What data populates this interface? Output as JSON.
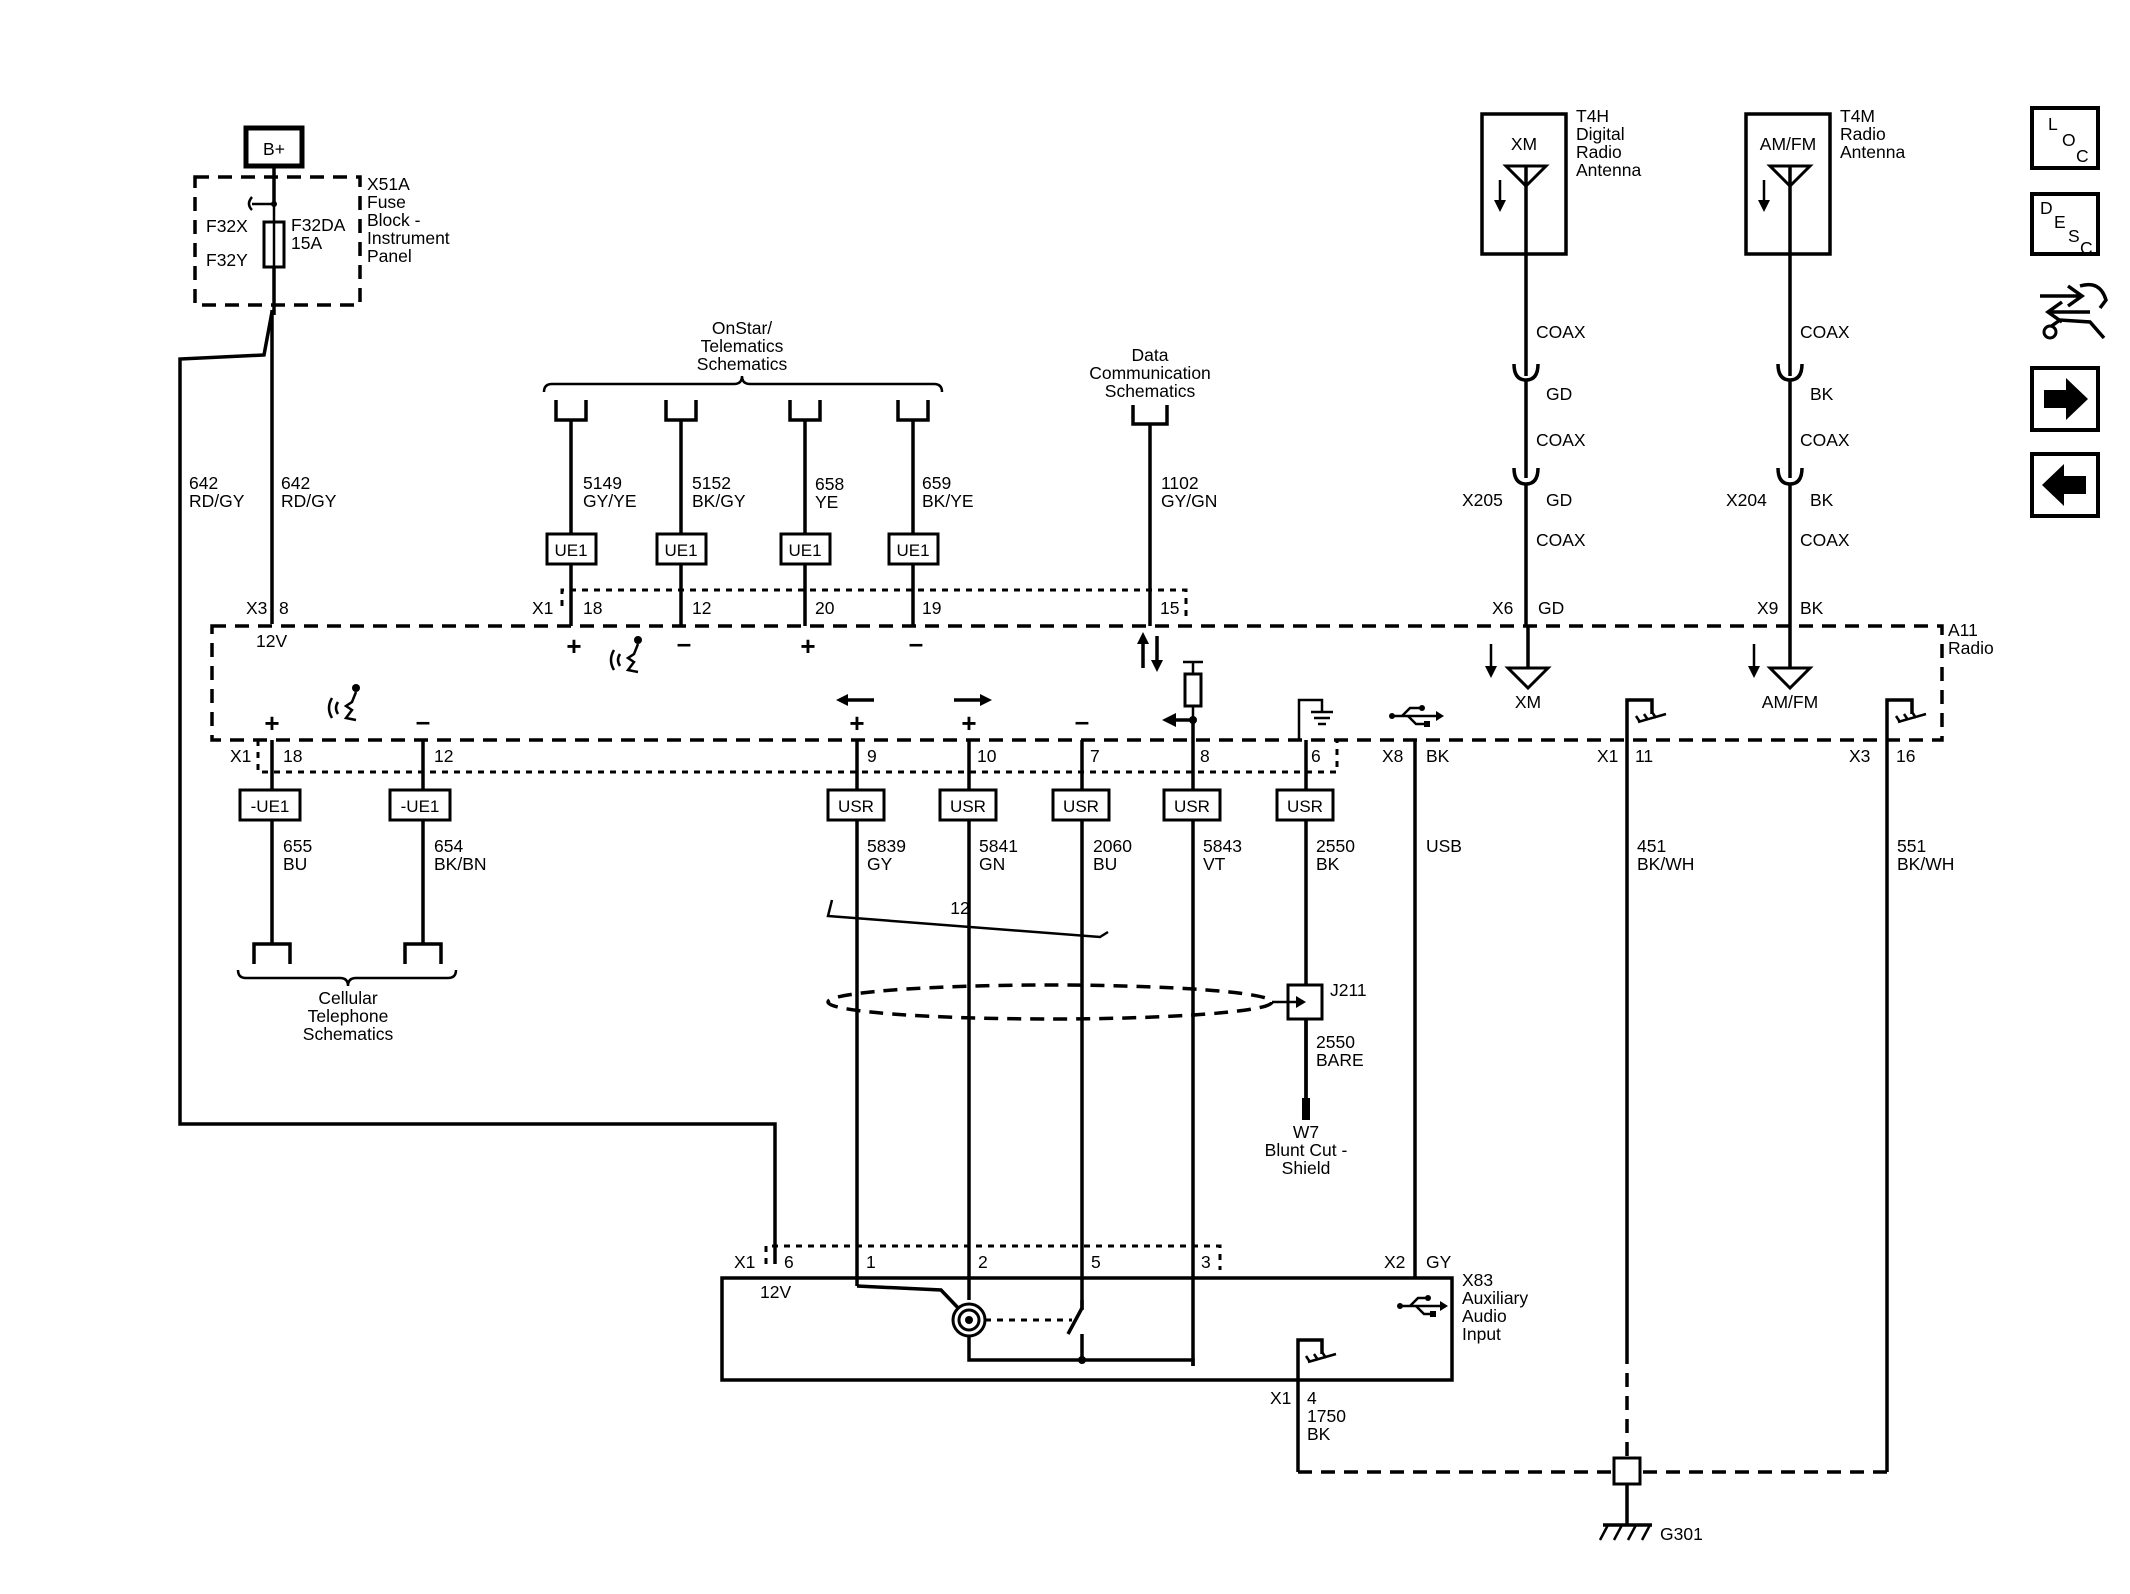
{
  "power": {
    "bplus": "B+"
  },
  "fuse_block": {
    "ref": "X51A",
    "name_lines": [
      "Fuse",
      "Block -",
      "Instrument",
      "Panel"
    ],
    "in_pin": "F32X",
    "out_pin": "F32Y",
    "fuse_ref": "F32DA",
    "fuse_rating": "15A"
  },
  "wires": {
    "w642_left": {
      "circuit": "642",
      "color": "RD/GY"
    },
    "w642_right": {
      "circuit": "642",
      "color": "RD/GY"
    },
    "w5149": {
      "circuit": "5149",
      "color": "GY/YE"
    },
    "w5152": {
      "circuit": "5152",
      "color": "BK/GY"
    },
    "w658": {
      "circuit": "658",
      "color": "YE"
    },
    "w659": {
      "circuit": "659",
      "color": "BK/YE"
    },
    "w1102": {
      "circuit": "1102",
      "color": "GY/GN"
    },
    "w655": {
      "circuit": "655",
      "color": "BU"
    },
    "w654": {
      "circuit": "654",
      "color": "BK/BN"
    },
    "w5839": {
      "circuit": "5839",
      "color": "GY"
    },
    "w5841": {
      "circuit": "5841",
      "color": "GN"
    },
    "w2060": {
      "circuit": "2060",
      "color": "BU"
    },
    "w5843": {
      "circuit": "5843",
      "color": "VT"
    },
    "w2550": {
      "circuit": "2550",
      "color": "BK"
    },
    "w2550bare": {
      "circuit": "2550",
      "color": "BARE"
    },
    "usb": "USB",
    "w451": {
      "circuit": "451",
      "color": "BK/WH"
    },
    "w551": {
      "circuit": "551",
      "color": "BK/WH"
    },
    "w1750": {
      "circuit": "1750",
      "color": "BK"
    }
  },
  "references": {
    "onstar": [
      "OnStar/",
      "Telematics",
      "Schematics"
    ],
    "data_comm": [
      "Data",
      "Communication",
      "Schematics"
    ],
    "cellular": [
      "Cellular",
      "Telephone",
      "Schematics"
    ]
  },
  "options": {
    "ue1": "UE1",
    "not_ue1": "-UE1",
    "usr": "USR"
  },
  "connectors": {
    "x3": "X3",
    "x3_pin": "8",
    "x1_top": "X1",
    "x1_top_pins": [
      "18",
      "12",
      "20",
      "19",
      "15"
    ],
    "x6": "X6",
    "x6_term": "GD",
    "x9": "X9",
    "x9_term": "BK",
    "x1_bottom": "X1",
    "x1_bottom_pins": [
      "18",
      "12",
      "9",
      "10",
      "7",
      "8",
      "6"
    ],
    "x8": "X8",
    "x8_term": "BK",
    "x1_ground": "X1",
    "x1_ground_pin": "11",
    "x3_ground": "X3",
    "x3_ground_pin": "16",
    "aux_x1": "X1",
    "aux_x1_pins": [
      "6",
      "1",
      "2",
      "5",
      "3"
    ],
    "aux_x2": "X2",
    "aux_x2_term": "GY",
    "aux_gnd_x1": "X1",
    "aux_gnd_pin": "4",
    "x205": "X205",
    "x204": "X204"
  },
  "radio": {
    "ref": "A11",
    "name": "Radio",
    "supply_label": "12V",
    "xm_label": "XM",
    "amfm_label": "AM/FM"
  },
  "aux": {
    "ref": "X83",
    "name_lines": [
      "Auxiliary",
      "Audio",
      "Input"
    ],
    "supply_label": "12V"
  },
  "xm_antenna": {
    "ref": "T4H",
    "box_label": "XM",
    "name_lines": [
      "Digital",
      "Radio",
      "Antenna"
    ],
    "coax": "COAX",
    "term1": "GD",
    "term2": "GD"
  },
  "amfm_antenna": {
    "ref": "T4M",
    "box_label": "AM/FM",
    "name_lines": [
      "Radio",
      "Antenna"
    ],
    "coax": "COAX",
    "term1": "BK",
    "term2": "BK"
  },
  "twisted_pair": {
    "label": "12"
  },
  "splice": {
    "ref": "J211"
  },
  "shield": {
    "ref": "W7",
    "name_lines": [
      "Blunt Cut -",
      "Shield"
    ]
  },
  "ground": {
    "ref": "G301"
  },
  "nav": {
    "loc": [
      "L",
      "O",
      "C"
    ],
    "desc": [
      "D",
      "E",
      "S",
      "C"
    ]
  }
}
